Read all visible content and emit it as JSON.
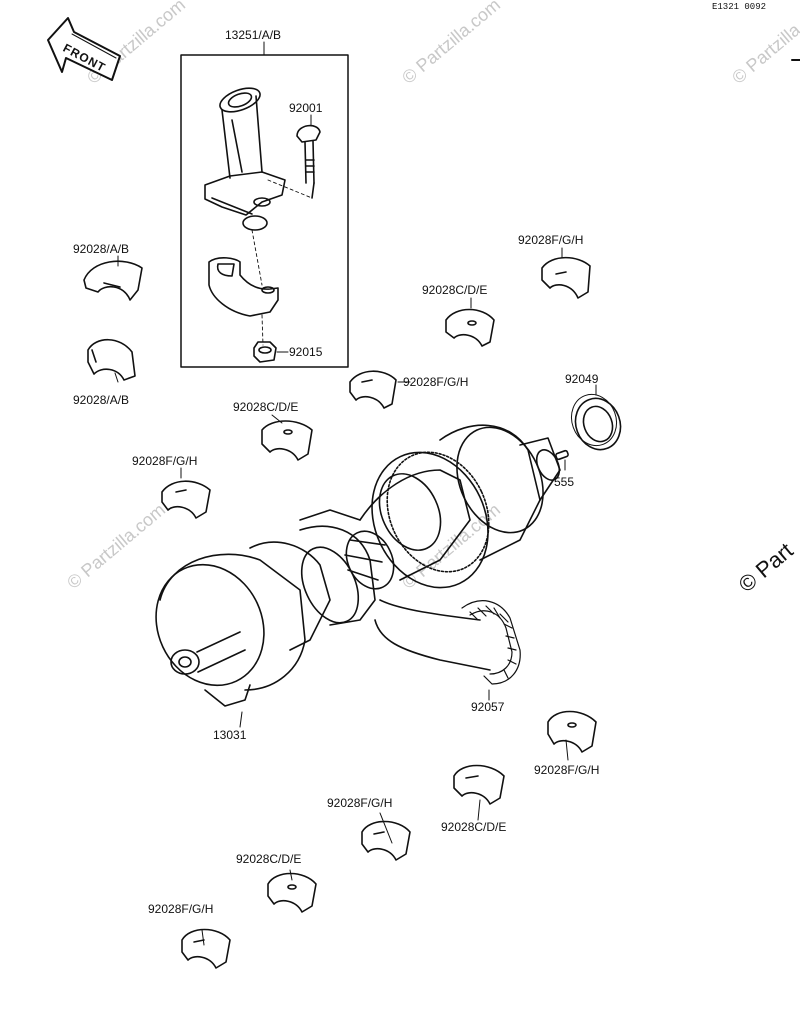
{
  "drawing_code": "E1321 0092",
  "front_badge": "FRONT",
  "watermark": "© Partzilla.com",
  "watermark_edge": "© Part",
  "parts": {
    "conrod": "13251/A/B",
    "bolt": "92001",
    "nut": "92015",
    "bearing_ab_top": "92028/A/B",
    "bearing_ab_bottom": "92028/A/B",
    "bearing_fgh_top_right": "92028F/G/H",
    "bearing_cde_top_right": "92028C/D/E",
    "bearing_fgh_mid": "92028F/G/H",
    "oil_seal": "92049",
    "bearing_cde_left": "92028C/D/E",
    "bearing_fgh_left": "92028F/G/H",
    "pin": "555",
    "crankshaft": "13031",
    "chain": "92057",
    "bearing_fgh_lower_right": "92028F/G/H",
    "bearing_cde_lower_mid": "92028C/D/E",
    "bearing_fgh_lower_mid": "92028F/G/H",
    "bearing_cde_lower_left": "92028C/D/E",
    "bearing_fgh_bottom": "92028F/G/H"
  }
}
